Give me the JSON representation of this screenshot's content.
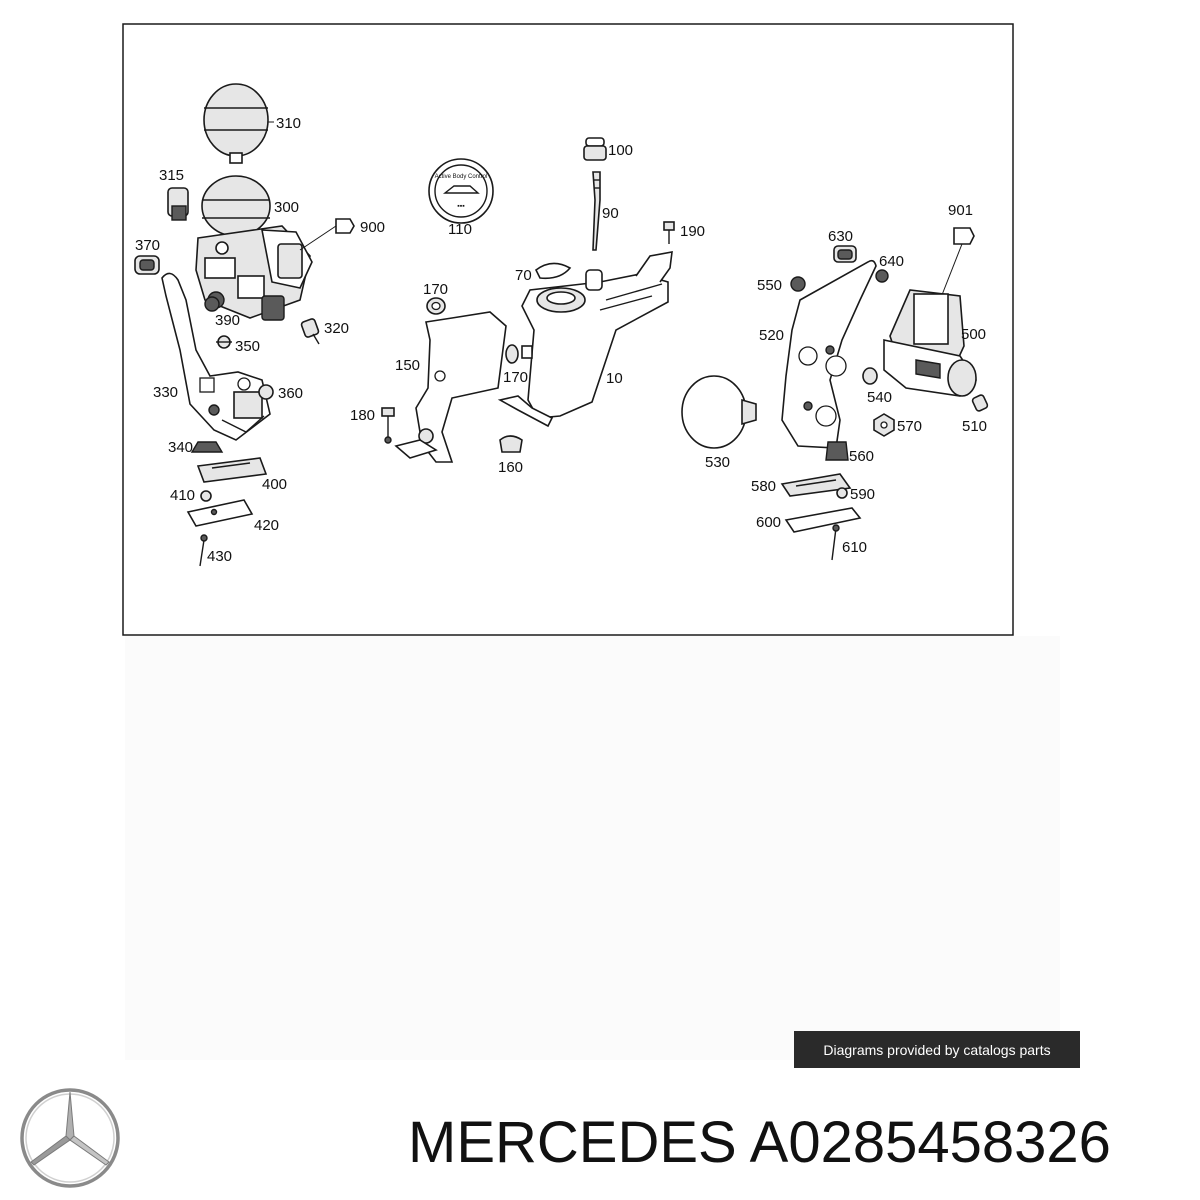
{
  "diagram": {
    "callouts": [
      {
        "id": "c310",
        "label": "310"
      },
      {
        "id": "c315",
        "label": "315"
      },
      {
        "id": "c300",
        "label": "300"
      },
      {
        "id": "c900",
        "label": "900"
      },
      {
        "id": "c370",
        "label": "370"
      },
      {
        "id": "c390",
        "label": "390"
      },
      {
        "id": "c320",
        "label": "320"
      },
      {
        "id": "c350",
        "label": "350"
      },
      {
        "id": "c330",
        "label": "330"
      },
      {
        "id": "c360",
        "label": "360"
      },
      {
        "id": "c340",
        "label": "340"
      },
      {
        "id": "c400",
        "label": "400"
      },
      {
        "id": "c410",
        "label": "410"
      },
      {
        "id": "c420",
        "label": "420"
      },
      {
        "id": "c430",
        "label": "430"
      },
      {
        "id": "c110",
        "label": "110"
      },
      {
        "id": "c100",
        "label": "100"
      },
      {
        "id": "c90",
        "label": "90"
      },
      {
        "id": "c190",
        "label": "190"
      },
      {
        "id": "c70",
        "label": "70"
      },
      {
        "id": "c170a",
        "label": "170"
      },
      {
        "id": "c150",
        "label": "150"
      },
      {
        "id": "c170b",
        "label": "170"
      },
      {
        "id": "c10",
        "label": "10"
      },
      {
        "id": "c180",
        "label": "180"
      },
      {
        "id": "c160",
        "label": "160"
      },
      {
        "id": "c901",
        "label": "901"
      },
      {
        "id": "c630",
        "label": "630"
      },
      {
        "id": "c640",
        "label": "640"
      },
      {
        "id": "c550",
        "label": "550"
      },
      {
        "id": "c520",
        "label": "520"
      },
      {
        "id": "c500",
        "label": "500"
      },
      {
        "id": "c540",
        "label": "540"
      },
      {
        "id": "c510",
        "label": "510"
      },
      {
        "id": "c570",
        "label": "570"
      },
      {
        "id": "c530",
        "label": "530"
      },
      {
        "id": "c560",
        "label": "560"
      },
      {
        "id": "c580",
        "label": "580"
      },
      {
        "id": "c590",
        "label": "590"
      },
      {
        "id": "c600",
        "label": "600"
      },
      {
        "id": "c610",
        "label": "610"
      }
    ],
    "decal_text": "Active Body Control"
  },
  "credit": {
    "text": "Diagrams provided by catalogs parts"
  },
  "brand": {
    "name": "MERCEDES",
    "part_number": "A0285458326"
  },
  "colors": {
    "credit_bg": "#2a2a2a",
    "frame": "#1a1a1a"
  },
  "logo": {
    "icon": "mercedes-star-icon"
  }
}
